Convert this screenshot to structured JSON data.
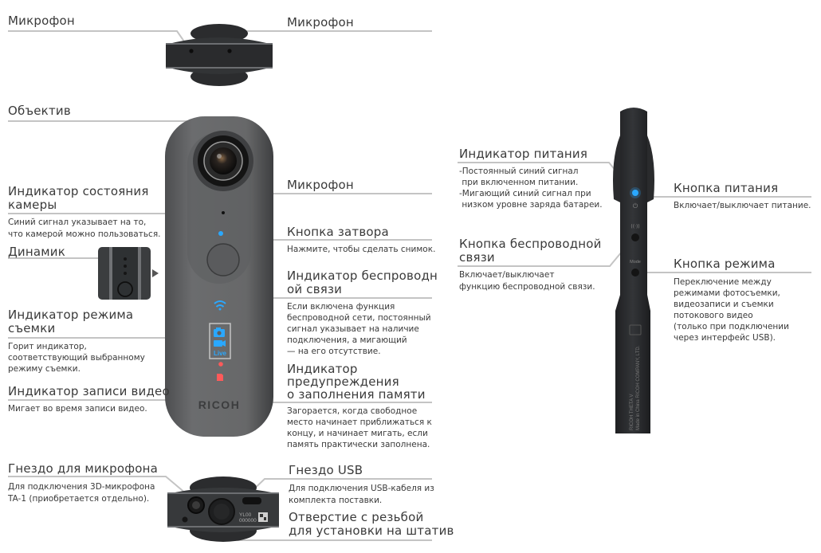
{
  "top_view": {
    "left_label": "Микрофон",
    "right_label": "Микрофон"
  },
  "front_view": {
    "lens": {
      "title": "Объектив"
    },
    "camera_status": {
      "title_lines": [
        "Индикатор состояния",
        "камеры"
      ],
      "desc_lines": [
        "Синий сигнал указывает на то,",
        "что камерой можно пользоваться."
      ]
    },
    "speaker": {
      "title": "Динамик"
    },
    "shooting_mode": {
      "title_lines": [
        "Индикатор режима",
        "съемки"
      ],
      "desc_lines": [
        "Горит индикатор,",
        "соответствующий выбранному",
        "режиму съемки."
      ]
    },
    "video_recording": {
      "title": "Индикатор записи видео",
      "desc": "Мигает во время записи видео."
    },
    "microphone": {
      "title": "Микрофон"
    },
    "shutter": {
      "title": "Кнопка затвора",
      "desc": "Нажмите, чтобы сделать снимок."
    },
    "wireless_indicator": {
      "title_lines": [
        "Индикатор беспроводн",
        "ой связи"
      ],
      "desc_lines": [
        "Если включена функция",
        "беспроводной сети, постоянный",
        "сигнал указывает на наличие",
        "подключения, а мигающий",
        "— на его отсутствие."
      ]
    },
    "memory_warning": {
      "title_lines": [
        "Индикатор",
        "предупреждения",
        "о заполнения памяти"
      ],
      "desc_lines": [
        "Загорается, когда свободное",
        "место начинает приближаться к",
        "концу, и начинает мигать, если",
        "память практически заполнена."
      ]
    },
    "brand": "RICOH",
    "mode_live_label": "Live"
  },
  "bottom_view": {
    "mic_jack": {
      "title": "Гнездо для микрофона",
      "desc_lines": [
        "Для подключения 3D-микрофона",
        "TA-1 (приобретается отдельно)."
      ]
    },
    "usb": {
      "title": "Гнездо USB",
      "desc_lines": [
        "Для подключения USB-кабеля из",
        "комплекта поставки."
      ]
    },
    "tripod": {
      "title_lines": [
        "Отверстие с резьбой",
        "для установки на штатив"
      ]
    },
    "serial_lines": [
      "YL00",
      "000000"
    ]
  },
  "side_view": {
    "power_indicator": {
      "title": "Индикатор питания",
      "desc_lines": [
        "-Постоянный синий сигнал",
        " при включенном питании.",
        "-Мигающий синий сигнал при",
        " низком уровне заряда батареи."
      ]
    },
    "wireless_button": {
      "title_lines": [
        "Кнопка беспроводной",
        "связи"
      ],
      "desc_lines": [
        "Включает/выключает",
        "функцию беспроводной связи."
      ]
    },
    "power_button": {
      "title": "Кнопка питания",
      "desc": "Включает/выключает питание."
    },
    "mode_button": {
      "title": "Кнопка режима",
      "desc_lines": [
        "Переключение между",
        "режимами фотосъемки,",
        "видеозаписи и съемки",
        "потокового видео",
        "(только при подключении",
        "через интерфейс USB)."
      ]
    },
    "mode_label": "Mode",
    "imprint_lines": [
      "RICOH THETA V",
      "Made in China  RICOH COMPANY, LTD."
    ]
  },
  "colors": {
    "indicator_blue": "#2aa8ff",
    "indicator_red": "#ff5a5a",
    "body_gray": "#5d5e60",
    "leader_line": "#c4c4c4",
    "text": "#3a3a3a"
  }
}
